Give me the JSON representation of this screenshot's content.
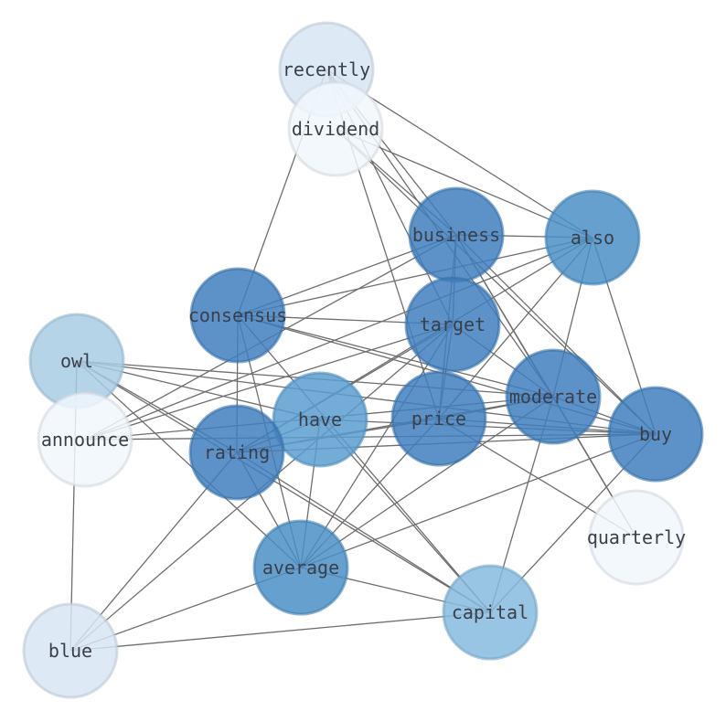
{
  "nodes": [
    {
      "id": "recently",
      "label": "recently",
      "color": "#d7e5f2",
      "weight": 0.15
    },
    {
      "id": "dividend",
      "label": "dividend",
      "color": "#f1f7fd",
      "weight": 0.05
    },
    {
      "id": "business",
      "label": "business",
      "color": "#3f7fbe",
      "weight": 0.9
    },
    {
      "id": "also",
      "label": "also",
      "color": "#4a8fc7",
      "weight": 0.75
    },
    {
      "id": "consensus",
      "label": "consensus",
      "color": "#3f7fbe",
      "weight": 0.9
    },
    {
      "id": "target",
      "label": "target",
      "color": "#3f7fbe",
      "weight": 0.9
    },
    {
      "id": "owl",
      "label": "owl",
      "color": "#a9cde4",
      "weight": 0.35
    },
    {
      "id": "announce",
      "label": "announce",
      "color": "#f1f7fd",
      "weight": 0.05
    },
    {
      "id": "have",
      "label": "have",
      "color": "#5a9fd0",
      "weight": 0.65
    },
    {
      "id": "price",
      "label": "price",
      "color": "#3f7fbe",
      "weight": 0.9
    },
    {
      "id": "moderate",
      "label": "moderate",
      "color": "#3f7fbe",
      "weight": 0.9
    },
    {
      "id": "buy",
      "label": "buy",
      "color": "#3f7fbe",
      "weight": 0.9
    },
    {
      "id": "rating",
      "label": "rating",
      "color": "#3f7fbe",
      "weight": 0.9
    },
    {
      "id": "quarterly",
      "label": "quarterly",
      "color": "#f1f7fd",
      "weight": 0.05
    },
    {
      "id": "average",
      "label": "average",
      "color": "#4a8fc7",
      "weight": 0.75
    },
    {
      "id": "capital",
      "label": "capital",
      "color": "#86bbde",
      "weight": 0.45
    },
    {
      "id": "blue",
      "label": "blue",
      "color": "#d7e5f2",
      "weight": 0.15
    }
  ],
  "edges": [
    [
      "recently",
      "business"
    ],
    [
      "recently",
      "also"
    ],
    [
      "recently",
      "moderate"
    ],
    [
      "recently",
      "price"
    ],
    [
      "recently",
      "consensus"
    ],
    [
      "recently",
      "target"
    ],
    [
      "dividend",
      "business"
    ],
    [
      "dividend",
      "also"
    ],
    [
      "dividend",
      "buy"
    ],
    [
      "business",
      "also"
    ],
    [
      "business",
      "consensus"
    ],
    [
      "business",
      "announce"
    ],
    [
      "business",
      "moderate"
    ],
    [
      "business",
      "buy"
    ],
    [
      "business",
      "price"
    ],
    [
      "business",
      "target"
    ],
    [
      "business",
      "quarterly"
    ],
    [
      "also",
      "consensus"
    ],
    [
      "also",
      "announce"
    ],
    [
      "also",
      "moderate"
    ],
    [
      "also",
      "buy"
    ],
    [
      "also",
      "rating"
    ],
    [
      "also",
      "price"
    ],
    [
      "consensus",
      "target"
    ],
    [
      "consensus",
      "moderate"
    ],
    [
      "consensus",
      "buy"
    ],
    [
      "consensus",
      "rating"
    ],
    [
      "consensus",
      "average"
    ],
    [
      "consensus",
      "capital"
    ],
    [
      "target",
      "announce"
    ],
    [
      "target",
      "moderate"
    ],
    [
      "target",
      "rating"
    ],
    [
      "target",
      "price"
    ],
    [
      "target",
      "average"
    ],
    [
      "owl",
      "moderate"
    ],
    [
      "owl",
      "buy"
    ],
    [
      "owl",
      "have"
    ],
    [
      "owl",
      "average"
    ],
    [
      "owl",
      "capital"
    ],
    [
      "owl",
      "blue"
    ],
    [
      "owl",
      "rating"
    ],
    [
      "announce",
      "moderate"
    ],
    [
      "announce",
      "buy"
    ],
    [
      "have",
      "buy"
    ],
    [
      "have",
      "average"
    ],
    [
      "have",
      "capital"
    ],
    [
      "have",
      "rating"
    ],
    [
      "price",
      "rating"
    ],
    [
      "price",
      "moderate"
    ],
    [
      "price",
      "buy"
    ],
    [
      "price",
      "quarterly"
    ],
    [
      "price",
      "average"
    ],
    [
      "moderate",
      "buy"
    ],
    [
      "moderate",
      "rating"
    ],
    [
      "moderate",
      "capital"
    ],
    [
      "moderate",
      "average"
    ],
    [
      "moderate",
      "quarterly"
    ],
    [
      "buy",
      "rating"
    ],
    [
      "buy",
      "average"
    ],
    [
      "buy",
      "capital"
    ],
    [
      "rating",
      "average"
    ],
    [
      "rating",
      "capital"
    ],
    [
      "rating",
      "blue"
    ],
    [
      "average",
      "capital"
    ],
    [
      "average",
      "blue"
    ],
    [
      "capital",
      "blue"
    ],
    [
      "blue",
      "target"
    ]
  ]
}
